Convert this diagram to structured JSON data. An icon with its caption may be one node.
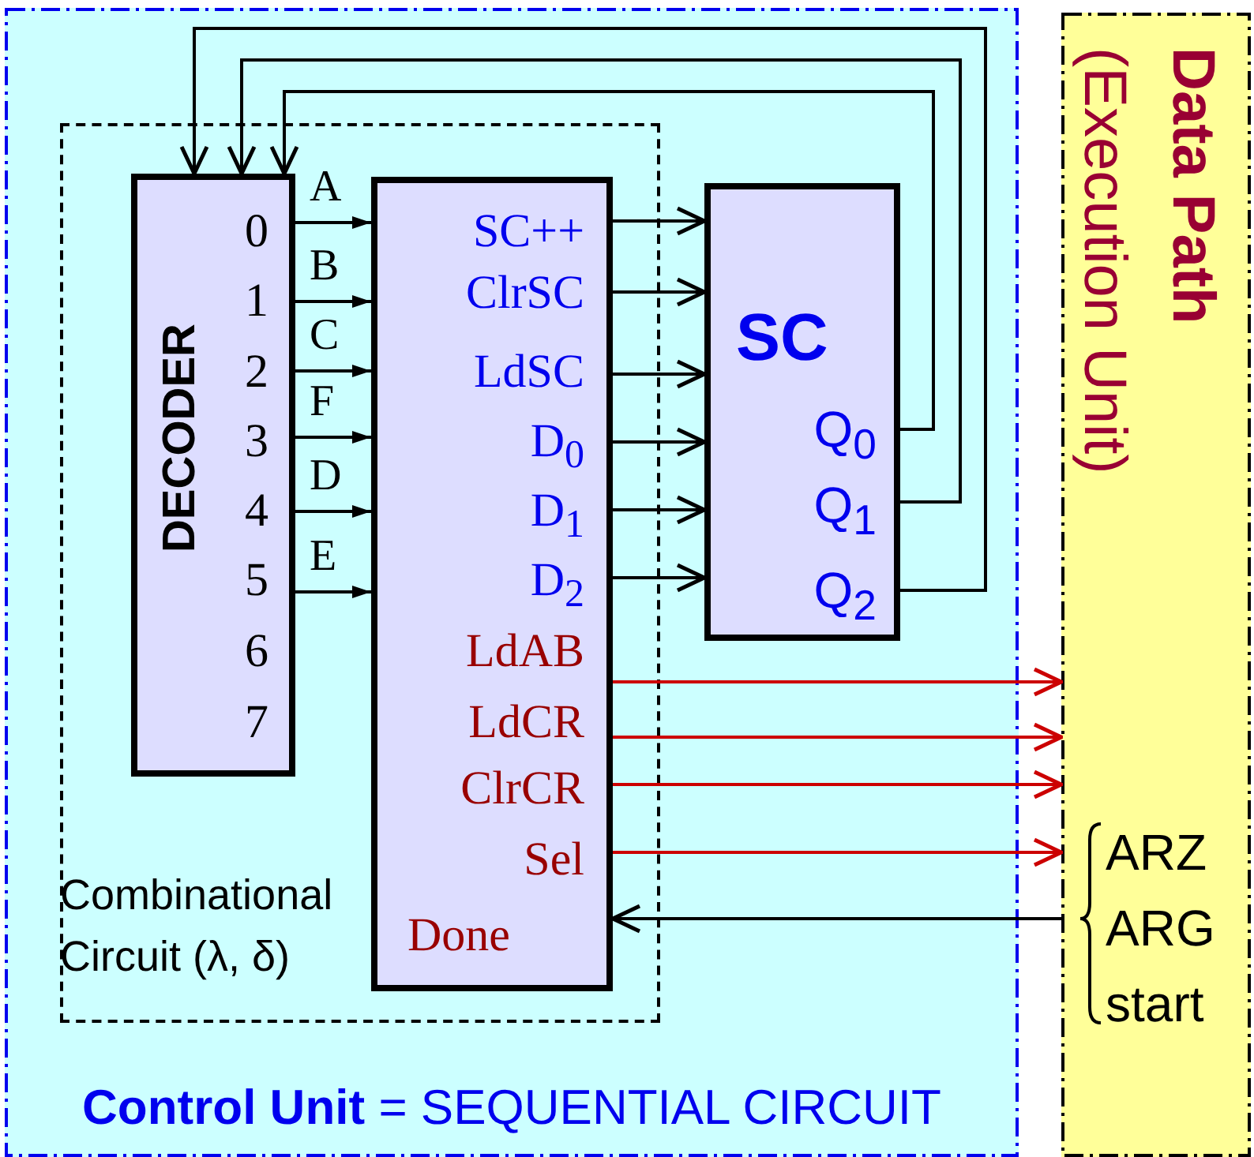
{
  "diagram": {
    "nodes": [
      {
        "text": [
          "**Control Unit** = SEQUENTIAL CIRCUIT"
        ]
      },
      {
        "text": [
          "Combinational Circuit (λ, δ)"
        ],
        "in": 0
      },
      {
        "text": [
          "DECODER",
          "0",
          "1",
          "2",
          "3",
          "4",
          "5",
          "6",
          "7"
        ],
        "in": 1
      },
      {
        "text": [
          "SC++",
          "ClrSC",
          "LdSC",
          "D$_{0}$",
          "D$_{1}$",
          "D$_{2}$",
          "LdAB",
          "LdCR",
          "ClrCR",
          "Sel",
          "Done"
        ],
        "in": 1
      },
      {
        "text": [
          "SC",
          "Q$_{0}$",
          "Q$_{1}$",
          "Q$_{2}$"
        ],
        "in": 0
      },
      {
        "text": [
          "Data Path",
          "(Execution Unit)",
          "ARZ",
          "ARG",
          "start"
        ]
      }
    ],
    "edges": [
      {
        "from": 2,
        "to": 3,
        "arrow": "to",
        "label": "A"
      },
      {
        "from": 2,
        "to": 3,
        "arrow": "to",
        "label": "B"
      },
      {
        "from": 2,
        "to": 3,
        "arrow": "to",
        "label": "C"
      },
      {
        "from": 2,
        "to": 3,
        "arrow": "to",
        "label": "F"
      },
      {
        "from": 2,
        "to": 3,
        "arrow": "to",
        "label": "D"
      },
      {
        "from": 2,
        "to": 3,
        "arrow": "to",
        "label": "E"
      },
      {
        "from": 3,
        "to": 4,
        "arrow": "to"
      },
      {
        "from": 3,
        "to": 4,
        "arrow": "to"
      },
      {
        "from": 3,
        "to": 4,
        "arrow": "to"
      },
      {
        "from": 3,
        "to": 4,
        "arrow": "to"
      },
      {
        "from": 3,
        "to": 4,
        "arrow": "to"
      },
      {
        "from": 3,
        "to": 4,
        "arrow": "to"
      },
      {
        "from": 4,
        "to": 2,
        "arrow": "to"
      },
      {
        "from": 4,
        "to": 2,
        "arrow": "to"
      },
      {
        "from": 4,
        "to": 2,
        "arrow": "to"
      },
      {
        "from": 3,
        "to": 5,
        "arrow": "to",
        "color": "#cc0000"
      },
      {
        "from": 3,
        "to": 5,
        "arrow": "to",
        "color": "#cc0000"
      },
      {
        "from": 3,
        "to": 5,
        "arrow": "to",
        "color": "#cc0000"
      },
      {
        "from": 3,
        "to": 5,
        "arrow": "to",
        "color": "#cc0000"
      },
      {
        "from": 5,
        "to": 3,
        "arrow": "to"
      }
    ]
  }
}
